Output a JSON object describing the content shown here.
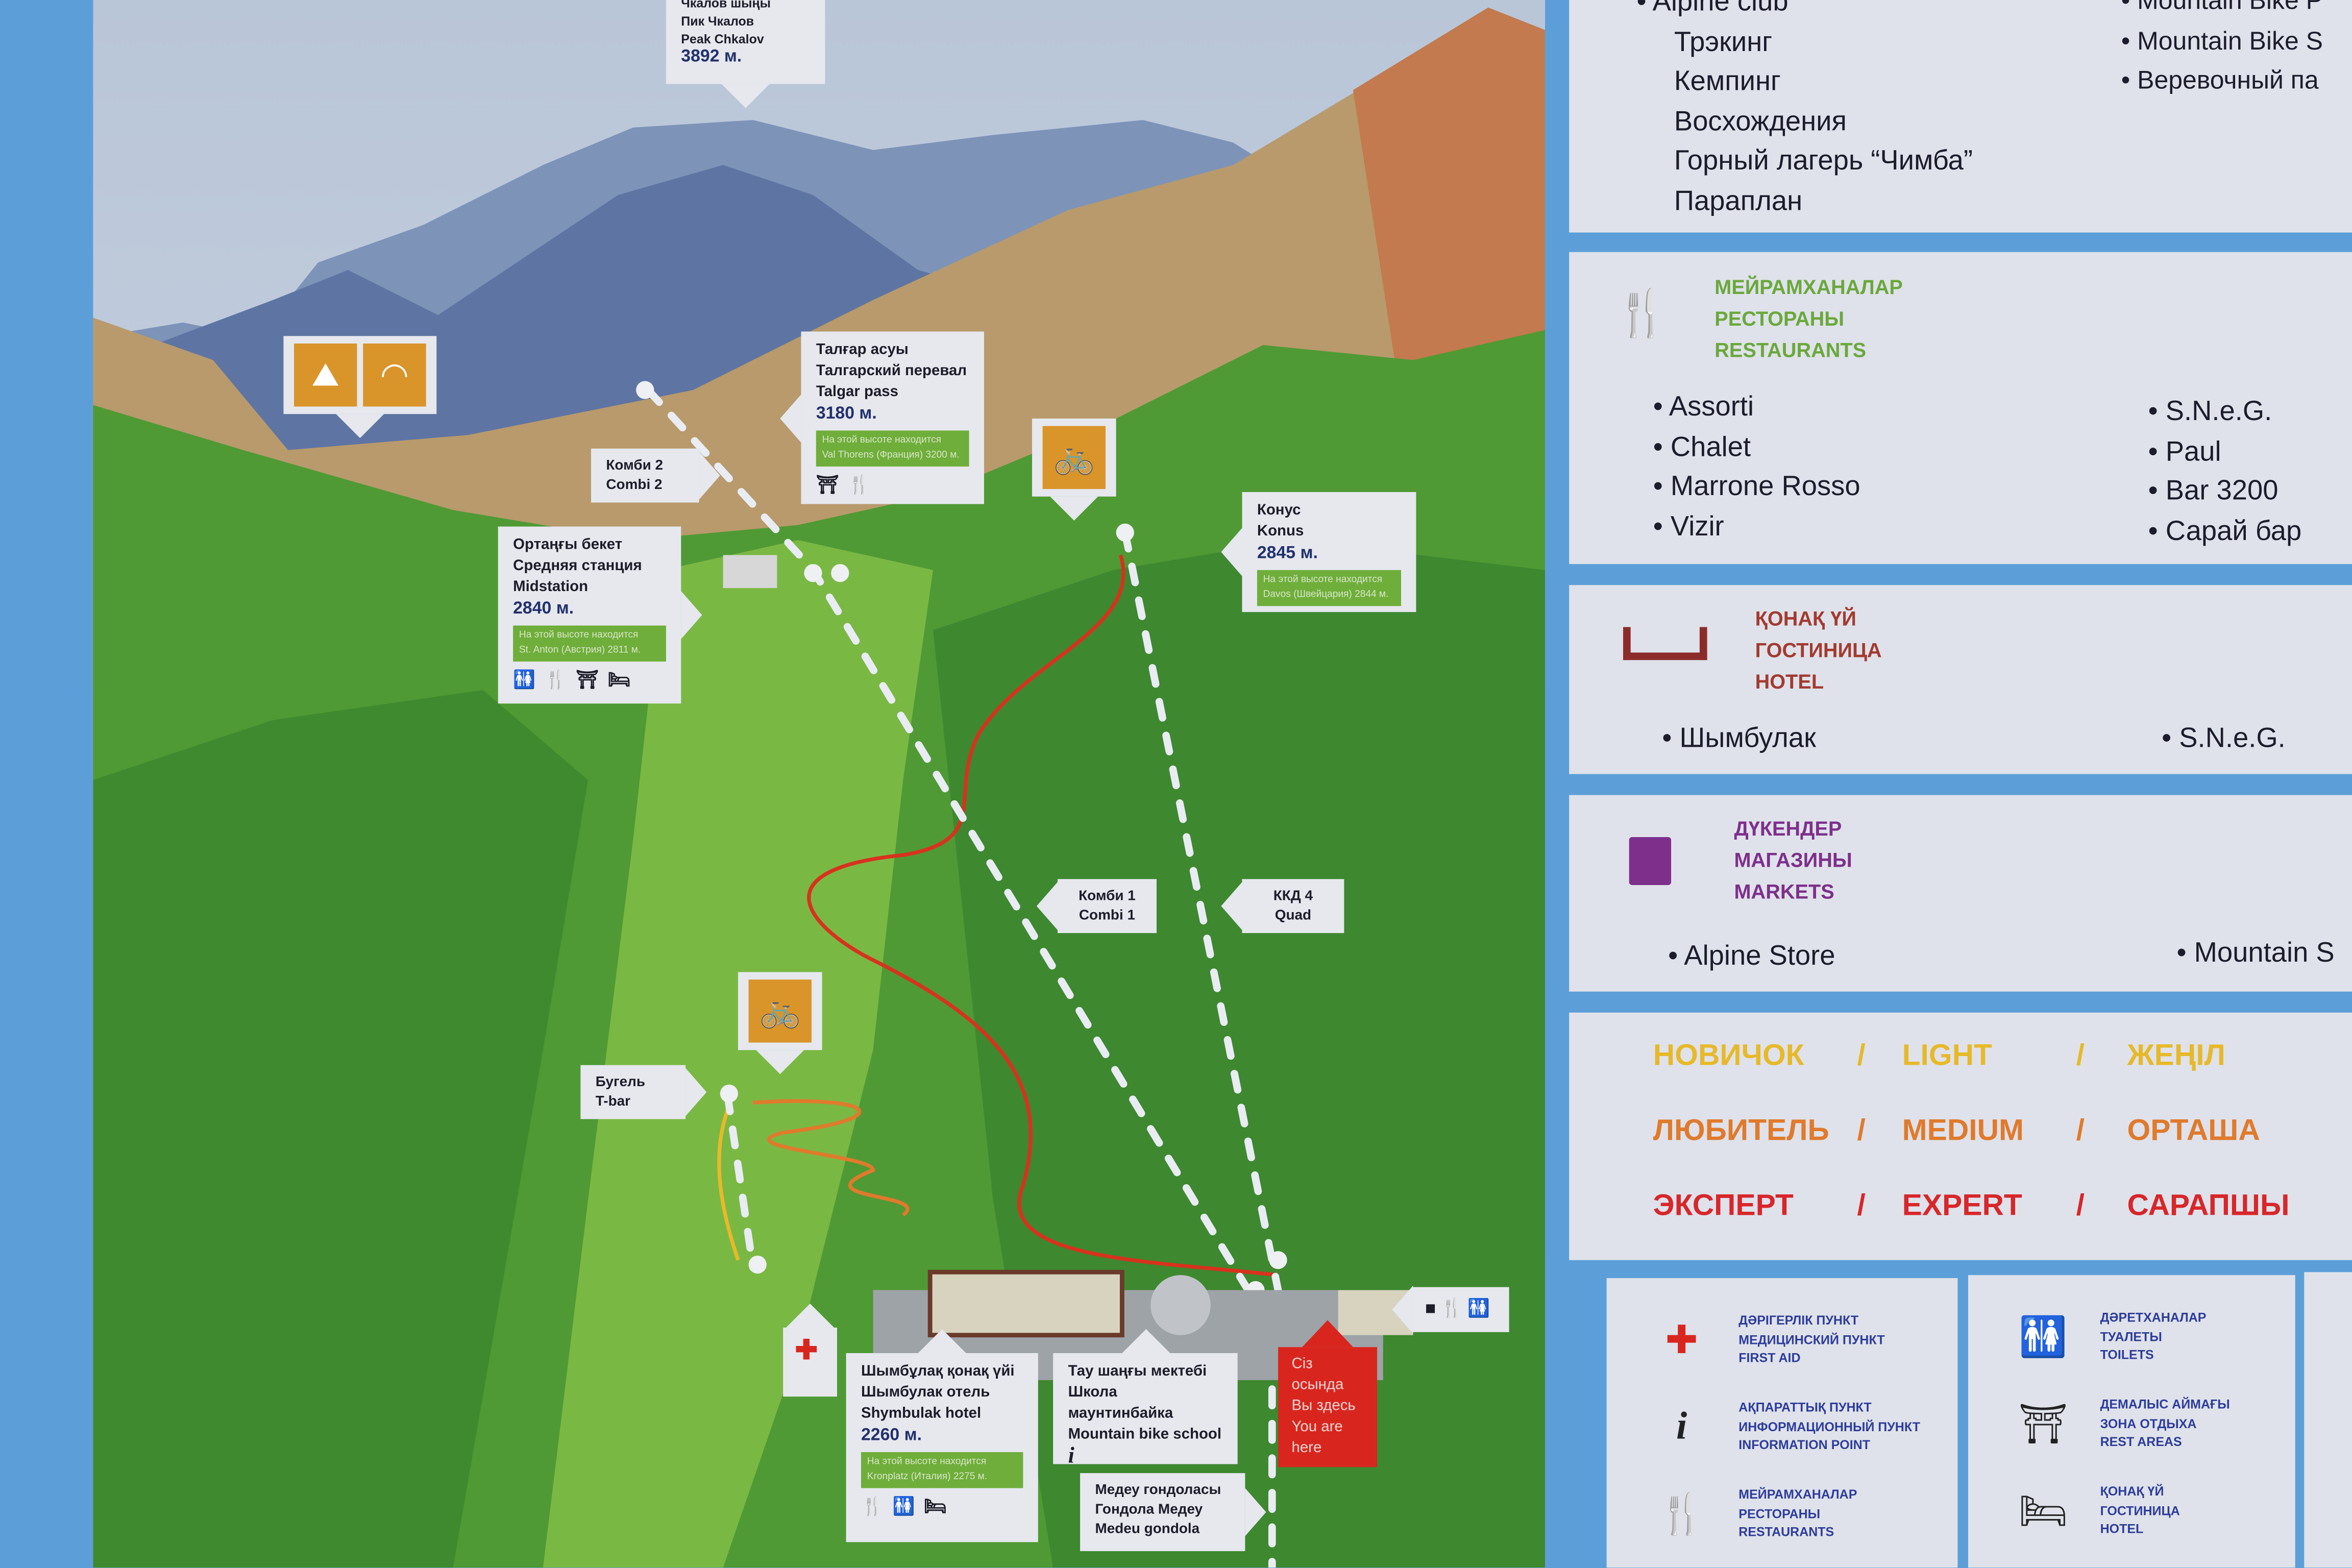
{
  "map": {
    "peak": {
      "kk": "Чкалов шыңы",
      "ru": "Пик Чкалов",
      "en": "Peak Chkalov",
      "alt": "3892 м."
    },
    "talgar": {
      "kk": "Талғар асуы",
      "ru": "Талгарский перевал",
      "en": "Talgar pass",
      "alt": "3180 м.",
      "note1": "На этой высоте находится",
      "note2": "Val Thorens (Франция) 3200 м.",
      "icons": "⛺ 🍴"
    },
    "combi2": {
      "ru": "Комби 2",
      "en": "Combi 2"
    },
    "midstation": {
      "kk": "Ортаңғы бекет",
      "ru": "Средняя станция",
      "en": "Midstation",
      "alt": "2840 м.",
      "note1": "На этой высоте находится",
      "note2": "St. Anton (Австрия) 2811 м."
    },
    "konus": {
      "ru": "Конус",
      "en": "Konus",
      "alt": "2845 м.",
      "note1": "На этой высоте находится",
      "note2": "Davos (Швейцария) 2844 м."
    },
    "combi1": {
      "ru": "Комби 1",
      "en": "Combi 1"
    },
    "quad": {
      "ru": "ККД 4",
      "en": "Quad"
    },
    "tbar": {
      "ru": "Бугель",
      "en": "T-bar"
    },
    "hotel": {
      "kk": "Шымбұлақ қонақ үйі",
      "ru": "Шымбулак отель",
      "en": "Shymbulak hotel",
      "alt": "2260 м.",
      "note1": "На этой высоте находится",
      "note2": "Kronplatz (Италия) 2275 м."
    },
    "school": {
      "kk": "Тау шаңғы мектебі",
      "ru": "Школа маунтинбайка",
      "en": "Mountain bike school",
      "info": "i"
    },
    "gondola": {
      "kk": "Медеу гондоласы",
      "ru": "Гондола Медеу",
      "en": "Medeu gondola"
    },
    "here": {
      "kk": "Сіз осында",
      "ru": "Вы здесь",
      "en": "You are here"
    }
  },
  "activities": {
    "left": [
      "• Alpine club",
      "Трэкинг",
      "Кемпинг",
      "Восхождения",
      "Горный лагерь “Чимба”",
      "Параплан"
    ],
    "right": [
      "• Mountain Bike P",
      "• Mountain Bike S",
      "• Веревочный па"
    ]
  },
  "restaurants": {
    "kk": "МЕЙРАМХАНАЛАР",
    "ru": "РЕСТОРАНЫ",
    "en": "RESTAURANTS",
    "left": [
      "• Assorti",
      "• Chalet",
      "• Marrone Rosso",
      "• Vizir"
    ],
    "right": [
      "• S.N.e.G.",
      "• Paul",
      "• Bar 3200",
      "• Сарай бар"
    ]
  },
  "hotels": {
    "kk": "ҚОНАҚ ҮЙ",
    "ru": "ГОСТИНИЦА",
    "en": "HOTEL",
    "left": "• Шымбулак",
    "right": "• S.N.e.G."
  },
  "markets": {
    "kk": "ДҮКЕНДЕР",
    "ru": "МАГАЗИНЫ",
    "en": "MARKETS",
    "left": "• Alpine Store",
    "right": "• Mountain S"
  },
  "difficulty": [
    {
      "ru": "НОВИЧОК",
      "en": "LIGHT",
      "kk": "ЖЕҢІЛ",
      "color": "#e7b92a"
    },
    {
      "ru": "ЛЮБИТЕЛЬ",
      "en": "MEDIUM",
      "kk": "ОРТАША",
      "color": "#e07a2c"
    },
    {
      "ru": "ЭКСПЕРТ",
      "en": "EXPERT",
      "kk": "САРАПШЫ",
      "color": "#d8262a"
    }
  ],
  "sep": "/",
  "legend": [
    {
      "icon": "first-aid",
      "kk": "ДӘРІГЕРЛІК ПУНКТ",
      "ru": "МЕДИЦИНСКИЙ ПУНКТ",
      "en": "FIRST AID"
    },
    {
      "icon": "info",
      "kk": "АҚПАРАТТЫҚ ПУНКТ",
      "ru": "ИНФОРМАЦИОННЫЙ ПУНКТ",
      "en": "INFORMATION POINT"
    },
    {
      "icon": "restaurant",
      "kk": "МЕЙРАМХАНАЛАР",
      "ru": "РЕСТОРАНЫ",
      "en": "RESTAURANTS"
    },
    {
      "icon": "toilets",
      "kk": "ДӘРЕТХАНАЛАР",
      "ru": "ТУАЛЕТЫ",
      "en": "TOILETS"
    },
    {
      "icon": "rest-area",
      "kk": "ДЕМАЛЫС АЙМАҒЫ",
      "ru": "ЗОНА ОТДЫХА",
      "en": "REST AREAS"
    },
    {
      "icon": "hotel",
      "kk": "ҚОНАҚ ҮЙ",
      "ru": "ГОСТИНИЦА",
      "en": "HOTEL"
    }
  ],
  "colors": {
    "sky": "#c4d0de",
    "grass": "#55a035",
    "brand_blue": "#5c9fd8",
    "trail_red": "#d8321e",
    "bike_orange": "#d9952a"
  }
}
